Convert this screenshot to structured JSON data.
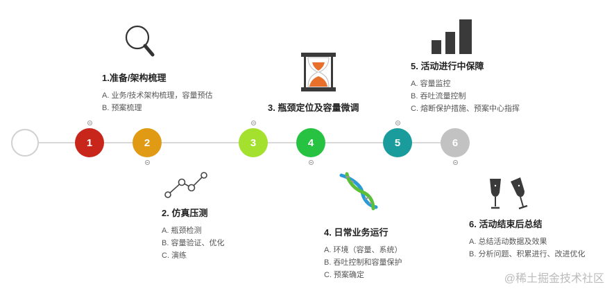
{
  "nodes": [
    {
      "label": "",
      "color": "#ffffff"
    },
    {
      "label": "1",
      "color": "#c8251b"
    },
    {
      "label": "2",
      "color": "#e09a14"
    },
    {
      "label": "3",
      "color": "#a4e12e"
    },
    {
      "label": "4",
      "color": "#27c241"
    },
    {
      "label": "5",
      "color": "#1a9c9c"
    },
    {
      "label": "6",
      "color": "#c2c2c2"
    }
  ],
  "steps": [
    {
      "title": "1.准备/架构梳理",
      "items": [
        "A. 业务/技术架构梳理，容量预估",
        "B. 预案梳理"
      ],
      "icon": "magnifier-icon"
    },
    {
      "title": "2. 仿真压测",
      "items": [
        "A. 瓶颈检测",
        "B. 容量验证、优化",
        "C. 演练"
      ],
      "icon": "line-chart-icon"
    },
    {
      "title": "3. 瓶颈定位及容量微调",
      "items": [],
      "icon": "hourglass-icon"
    },
    {
      "title": "4. 日常业务运行",
      "items": [
        "A. 环境（容量、系统）",
        "B. 吞吐控制和容量保护",
        "C. 预案确定"
      ],
      "icon": "dna-icon"
    },
    {
      "title": "5. 活动进行中保障",
      "items": [
        "A. 容量监控",
        "B. 吞吐流量控制",
        "C. 熔断保护措施、预案中心指挥"
      ],
      "icon": "bar-chart-icon"
    },
    {
      "title": "6. 活动结束后总结",
      "items": [
        "A. 总结活动数据及效果",
        "B. 分析问题、积累进行、改进优化"
      ],
      "icon": "champagne-glasses-icon"
    }
  ],
  "watermark": "@稀土掘金技术社区"
}
